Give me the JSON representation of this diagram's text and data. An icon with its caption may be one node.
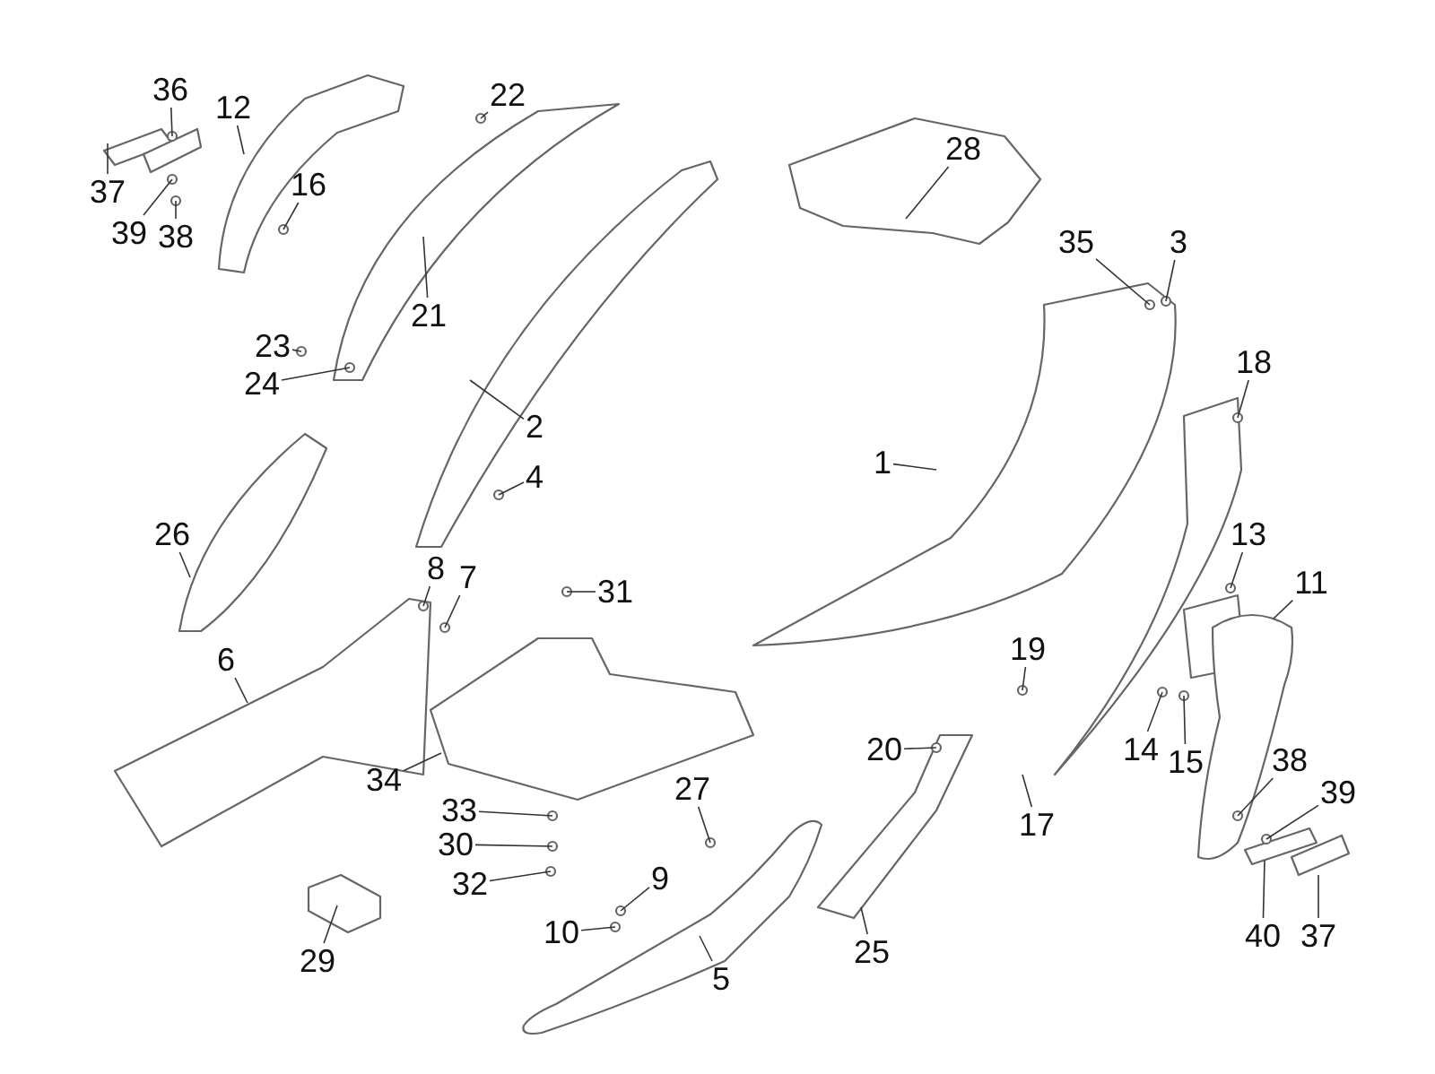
{
  "diagram": {
    "nodes": [
      {
        "text": [
          "36"
        ]
      },
      {
        "text": [
          "12"
        ]
      },
      {
        "text": [
          "37"
        ]
      },
      {
        "text": [
          "16"
        ]
      },
      {
        "text": [
          "39"
        ]
      },
      {
        "text": [
          "38"
        ]
      },
      {
        "text": [
          "22"
        ]
      },
      {
        "text": [
          "21"
        ]
      },
      {
        "text": [
          "28"
        ]
      },
      {
        "text": [
          "35"
        ]
      },
      {
        "text": [
          "3"
        ]
      },
      {
        "text": [
          "23"
        ]
      },
      {
        "text": [
          "24"
        ]
      },
      {
        "text": [
          "18"
        ]
      },
      {
        "text": [
          "2"
        ]
      },
      {
        "text": [
          "1"
        ]
      },
      {
        "text": [
          "4"
        ]
      },
      {
        "text": [
          "26"
        ]
      },
      {
        "text": [
          "13"
        ]
      },
      {
        "text": [
          "8"
        ]
      },
      {
        "text": [
          "7"
        ]
      },
      {
        "text": [
          "31"
        ]
      },
      {
        "text": [
          "11"
        ]
      },
      {
        "text": [
          "6"
        ]
      },
      {
        "text": [
          "19"
        ]
      },
      {
        "text": [
          "14"
        ]
      },
      {
        "text": [
          "15"
        ]
      },
      {
        "text": [
          "20"
        ]
      },
      {
        "text": [
          "34"
        ]
      },
      {
        "text": [
          "38"
        ]
      },
      {
        "text": [
          "39"
        ]
      },
      {
        "text": [
          "27"
        ]
      },
      {
        "text": [
          "33"
        ]
      },
      {
        "text": [
          "17"
        ]
      },
      {
        "text": [
          "30"
        ]
      },
      {
        "text": [
          "32"
        ]
      },
      {
        "text": [
          "9"
        ]
      },
      {
        "text": [
          "10"
        ]
      },
      {
        "text": [
          "29"
        ]
      },
      {
        "text": [
          "25"
        ]
      },
      {
        "text": [
          "40"
        ]
      },
      {
        "text": [
          "37"
        ]
      },
      {
        "text": [
          "5"
        ]
      }
    ],
    "edges": [
      {
        "from": 0,
        "to": null,
        "arrow": "none"
      },
      {
        "from": 1,
        "to": null,
        "arrow": "none"
      },
      {
        "from": 2,
        "to": null,
        "arrow": "none"
      },
      {
        "from": 3,
        "to": null,
        "arrow": "none"
      },
      {
        "from": 4,
        "to": null,
        "arrow": "none"
      },
      {
        "from": 5,
        "to": null,
        "arrow": "none"
      },
      {
        "from": 6,
        "to": null,
        "arrow": "none"
      },
      {
        "from": 7,
        "to": null,
        "arrow": "none"
      },
      {
        "from": 8,
        "to": null,
        "arrow": "none"
      },
      {
        "from": 9,
        "to": null,
        "arrow": "none"
      },
      {
        "from": 10,
        "to": null,
        "arrow": "none"
      },
      {
        "from": 11,
        "to": null,
        "arrow": "none"
      },
      {
        "from": 12,
        "to": null,
        "arrow": "none"
      },
      {
        "from": 13,
        "to": null,
        "arrow": "none"
      },
      {
        "from": 14,
        "to": null,
        "arrow": "none"
      },
      {
        "from": 15,
        "to": null,
        "arrow": "none"
      },
      {
        "from": 16,
        "to": null,
        "arrow": "none"
      },
      {
        "from": 17,
        "to": null,
        "arrow": "none"
      },
      {
        "from": 18,
        "to": null,
        "arrow": "none"
      },
      {
        "from": 19,
        "to": null,
        "arrow": "none"
      },
      {
        "from": 20,
        "to": null,
        "arrow": "none"
      },
      {
        "from": 21,
        "to": null,
        "arrow": "none"
      },
      {
        "from": 22,
        "to": null,
        "arrow": "none"
      },
      {
        "from": 23,
        "to": null,
        "arrow": "none"
      },
      {
        "from": 24,
        "to": null,
        "arrow": "none"
      },
      {
        "from": 25,
        "to": null,
        "arrow": "none"
      },
      {
        "from": 26,
        "to": null,
        "arrow": "none"
      },
      {
        "from": 27,
        "to": null,
        "arrow": "none"
      },
      {
        "from": 28,
        "to": null,
        "arrow": "none"
      },
      {
        "from": 29,
        "to": null,
        "arrow": "none"
      },
      {
        "from": 30,
        "to": null,
        "arrow": "none"
      },
      {
        "from": 31,
        "to": null,
        "arrow": "none"
      },
      {
        "from": 32,
        "to": null,
        "arrow": "none"
      },
      {
        "from": 33,
        "to": null,
        "arrow": "none"
      },
      {
        "from": 34,
        "to": null,
        "arrow": "none"
      },
      {
        "from": 35,
        "to": null,
        "arrow": "none"
      },
      {
        "from": 36,
        "to": null,
        "arrow": "none"
      },
      {
        "from": 37,
        "to": null,
        "arrow": "none"
      },
      {
        "from": 38,
        "to": null,
        "arrow": "none"
      },
      {
        "from": 39,
        "to": null,
        "arrow": "none"
      },
      {
        "from": 40,
        "to": null,
        "arrow": "none"
      },
      {
        "from": 41,
        "to": null,
        "arrow": "none"
      },
      {
        "from": 42,
        "to": null,
        "arrow": "none"
      }
    ]
  }
}
